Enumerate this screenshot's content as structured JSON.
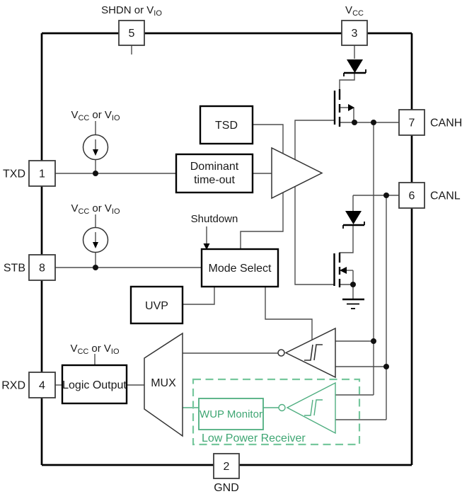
{
  "figure": "CAN transceiver functional block diagram",
  "pins": {
    "p1": {
      "num": "1",
      "name": "TXD"
    },
    "p2": {
      "num": "2",
      "name": "GND"
    },
    "p3": {
      "num": "3"
    },
    "p4": {
      "num": "4",
      "name": "RXD"
    },
    "p5": {
      "num": "5"
    },
    "p6": {
      "num": "6",
      "name": "CANL"
    },
    "p7": {
      "num": "7",
      "name": "CANH"
    },
    "p8": {
      "num": "8",
      "name": "STB"
    }
  },
  "labels": {
    "shdn_main": "SHDN or V",
    "shdn_sub": "IO",
    "vcc_main": "V",
    "vcc_main_sub": "CC",
    "vcc_v": "V",
    "vcc_sub": "CC",
    "or_v": "or V",
    "vio_sub": "IO",
    "shutdown": "Shutdown",
    "low_power_receiver": "Low Power Receiver"
  },
  "blocks": {
    "tsd": "TSD",
    "dominant_l1": "Dominant",
    "dominant_l2": "time-out",
    "mode_select": "Mode Select",
    "uvp": "UVP",
    "logic_output": "Logic Output",
    "mux": "MUX",
    "wup_monitor": "WUP Monitor"
  },
  "colors": {
    "green_stroke": "#4fae80",
    "green_text": "#3fa673",
    "green_dash": "#76c79d",
    "wire_gray": "#4d4d4d",
    "ink": "#1a1a1a"
  }
}
